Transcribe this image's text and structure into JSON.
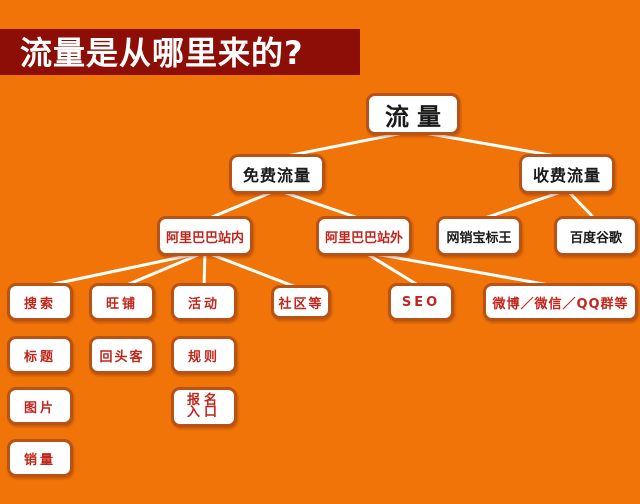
{
  "title": "流量是从哪里来的?",
  "colors": {
    "background": "#f07408",
    "banner": "#8c0e06",
    "node_border": "#b75318",
    "text_red": "#c0261c",
    "text_dark": "#1a1a1a",
    "connector": "#ffffff"
  },
  "nodes": {
    "root": "流量",
    "free": "免费流量",
    "paid": "收费流量",
    "alibaba_in": "阿里巴巴站内",
    "alibaba_out": "阿里巴巴站外",
    "wangxiao": "网销宝标王",
    "baidu_google": "百度谷歌",
    "search": "搜索",
    "wangpu": "旺铺",
    "activity": "活动",
    "community": "社区等",
    "seo": "SEO",
    "weibo": "微博／微信／QQ群等",
    "headline": "标题",
    "repeat_customer": "回头客",
    "rules": "规则",
    "image": "图片",
    "signup": "报名\n入口",
    "sales": "销量"
  },
  "edges": [
    [
      "root",
      "free"
    ],
    [
      "root",
      "paid"
    ],
    [
      "free",
      "alibaba_in"
    ],
    [
      "free",
      "alibaba_out"
    ],
    [
      "paid",
      "wangxiao"
    ],
    [
      "paid",
      "baidu_google"
    ],
    [
      "alibaba_in",
      "search"
    ],
    [
      "alibaba_in",
      "wangpu"
    ],
    [
      "alibaba_in",
      "activity"
    ],
    [
      "alibaba_in",
      "community"
    ],
    [
      "alibaba_out",
      "seo"
    ],
    [
      "alibaba_out",
      "weibo"
    ]
  ]
}
